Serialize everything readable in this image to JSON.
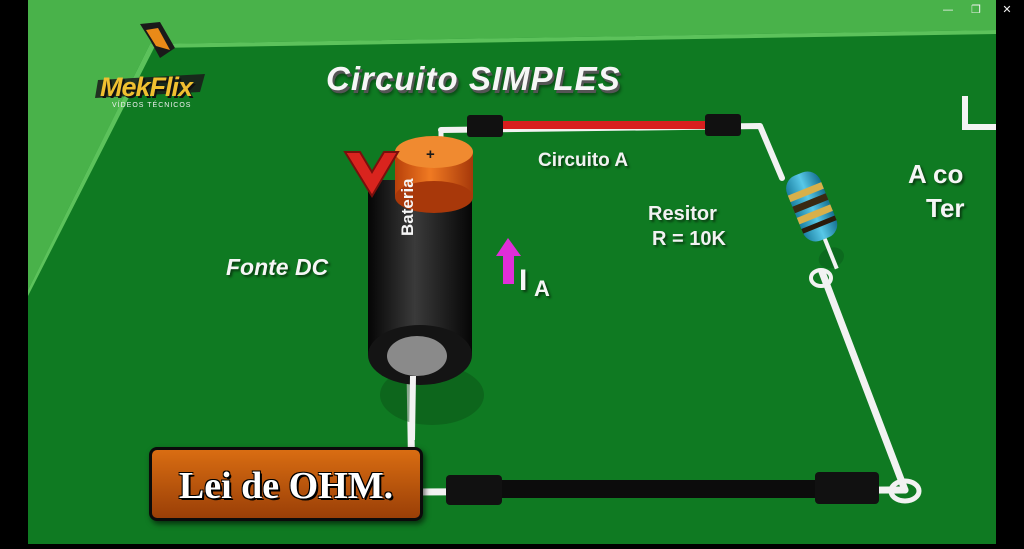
{
  "window": {
    "controls": {
      "minimize": "—",
      "restore": "❐",
      "close": "✕"
    }
  },
  "logo": {
    "name": "MekFlix",
    "subtitle": "VÍDEOS TÉCNICOS"
  },
  "title": "Circuito SIMPLES",
  "labels": {
    "circuit": "Circuito A",
    "source": "Fonte DC",
    "battery": "Bateria",
    "battery_plus": "+",
    "voltage_symbol": "V",
    "current_letter": "I",
    "current_sub": "A",
    "resistor_line1": "Resitor",
    "resistor_line2": "R = 10K",
    "caption": "Lei de OHM."
  },
  "cutoff_text": {
    "line1": "A co",
    "line2": "Ter"
  },
  "colors": {
    "board": "#0f7a22",
    "board_edge": "#5cc25b",
    "background_green": "#49b24a",
    "wire": "#f2f2f2",
    "red_wire": "#d81e1e",
    "battery_top": "#e35b10",
    "battery_body": "#1b1b1b",
    "current_arrow": "#e02ed8",
    "voltage_v": "#d9241e",
    "caption_bg": "#d06610"
  }
}
